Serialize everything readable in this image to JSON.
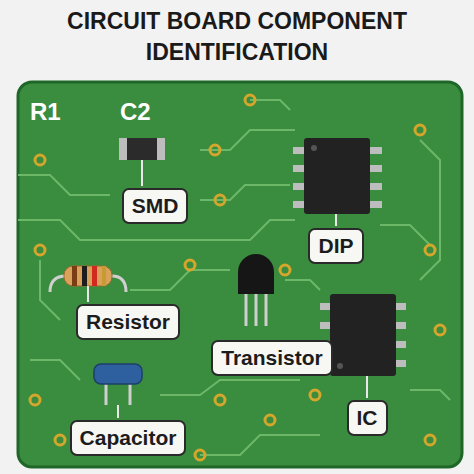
{
  "diagram": {
    "title": "CIRCUIT BOARD COMPONENT IDENTIFICATION",
    "nodes": [
      {
        "text": [
          "SMD"
        ]
      },
      {
        "text": [
          "DIP"
        ]
      },
      {
        "text": [
          "Resistor"
        ]
      },
      {
        "text": [
          "Transistor"
        ]
      },
      {
        "text": [
          "Capacitor"
        ]
      },
      {
        "text": [
          "IC"
        ]
      }
    ],
    "edges": [],
    "labels": [
      "R1",
      "C2"
    ]
  }
}
